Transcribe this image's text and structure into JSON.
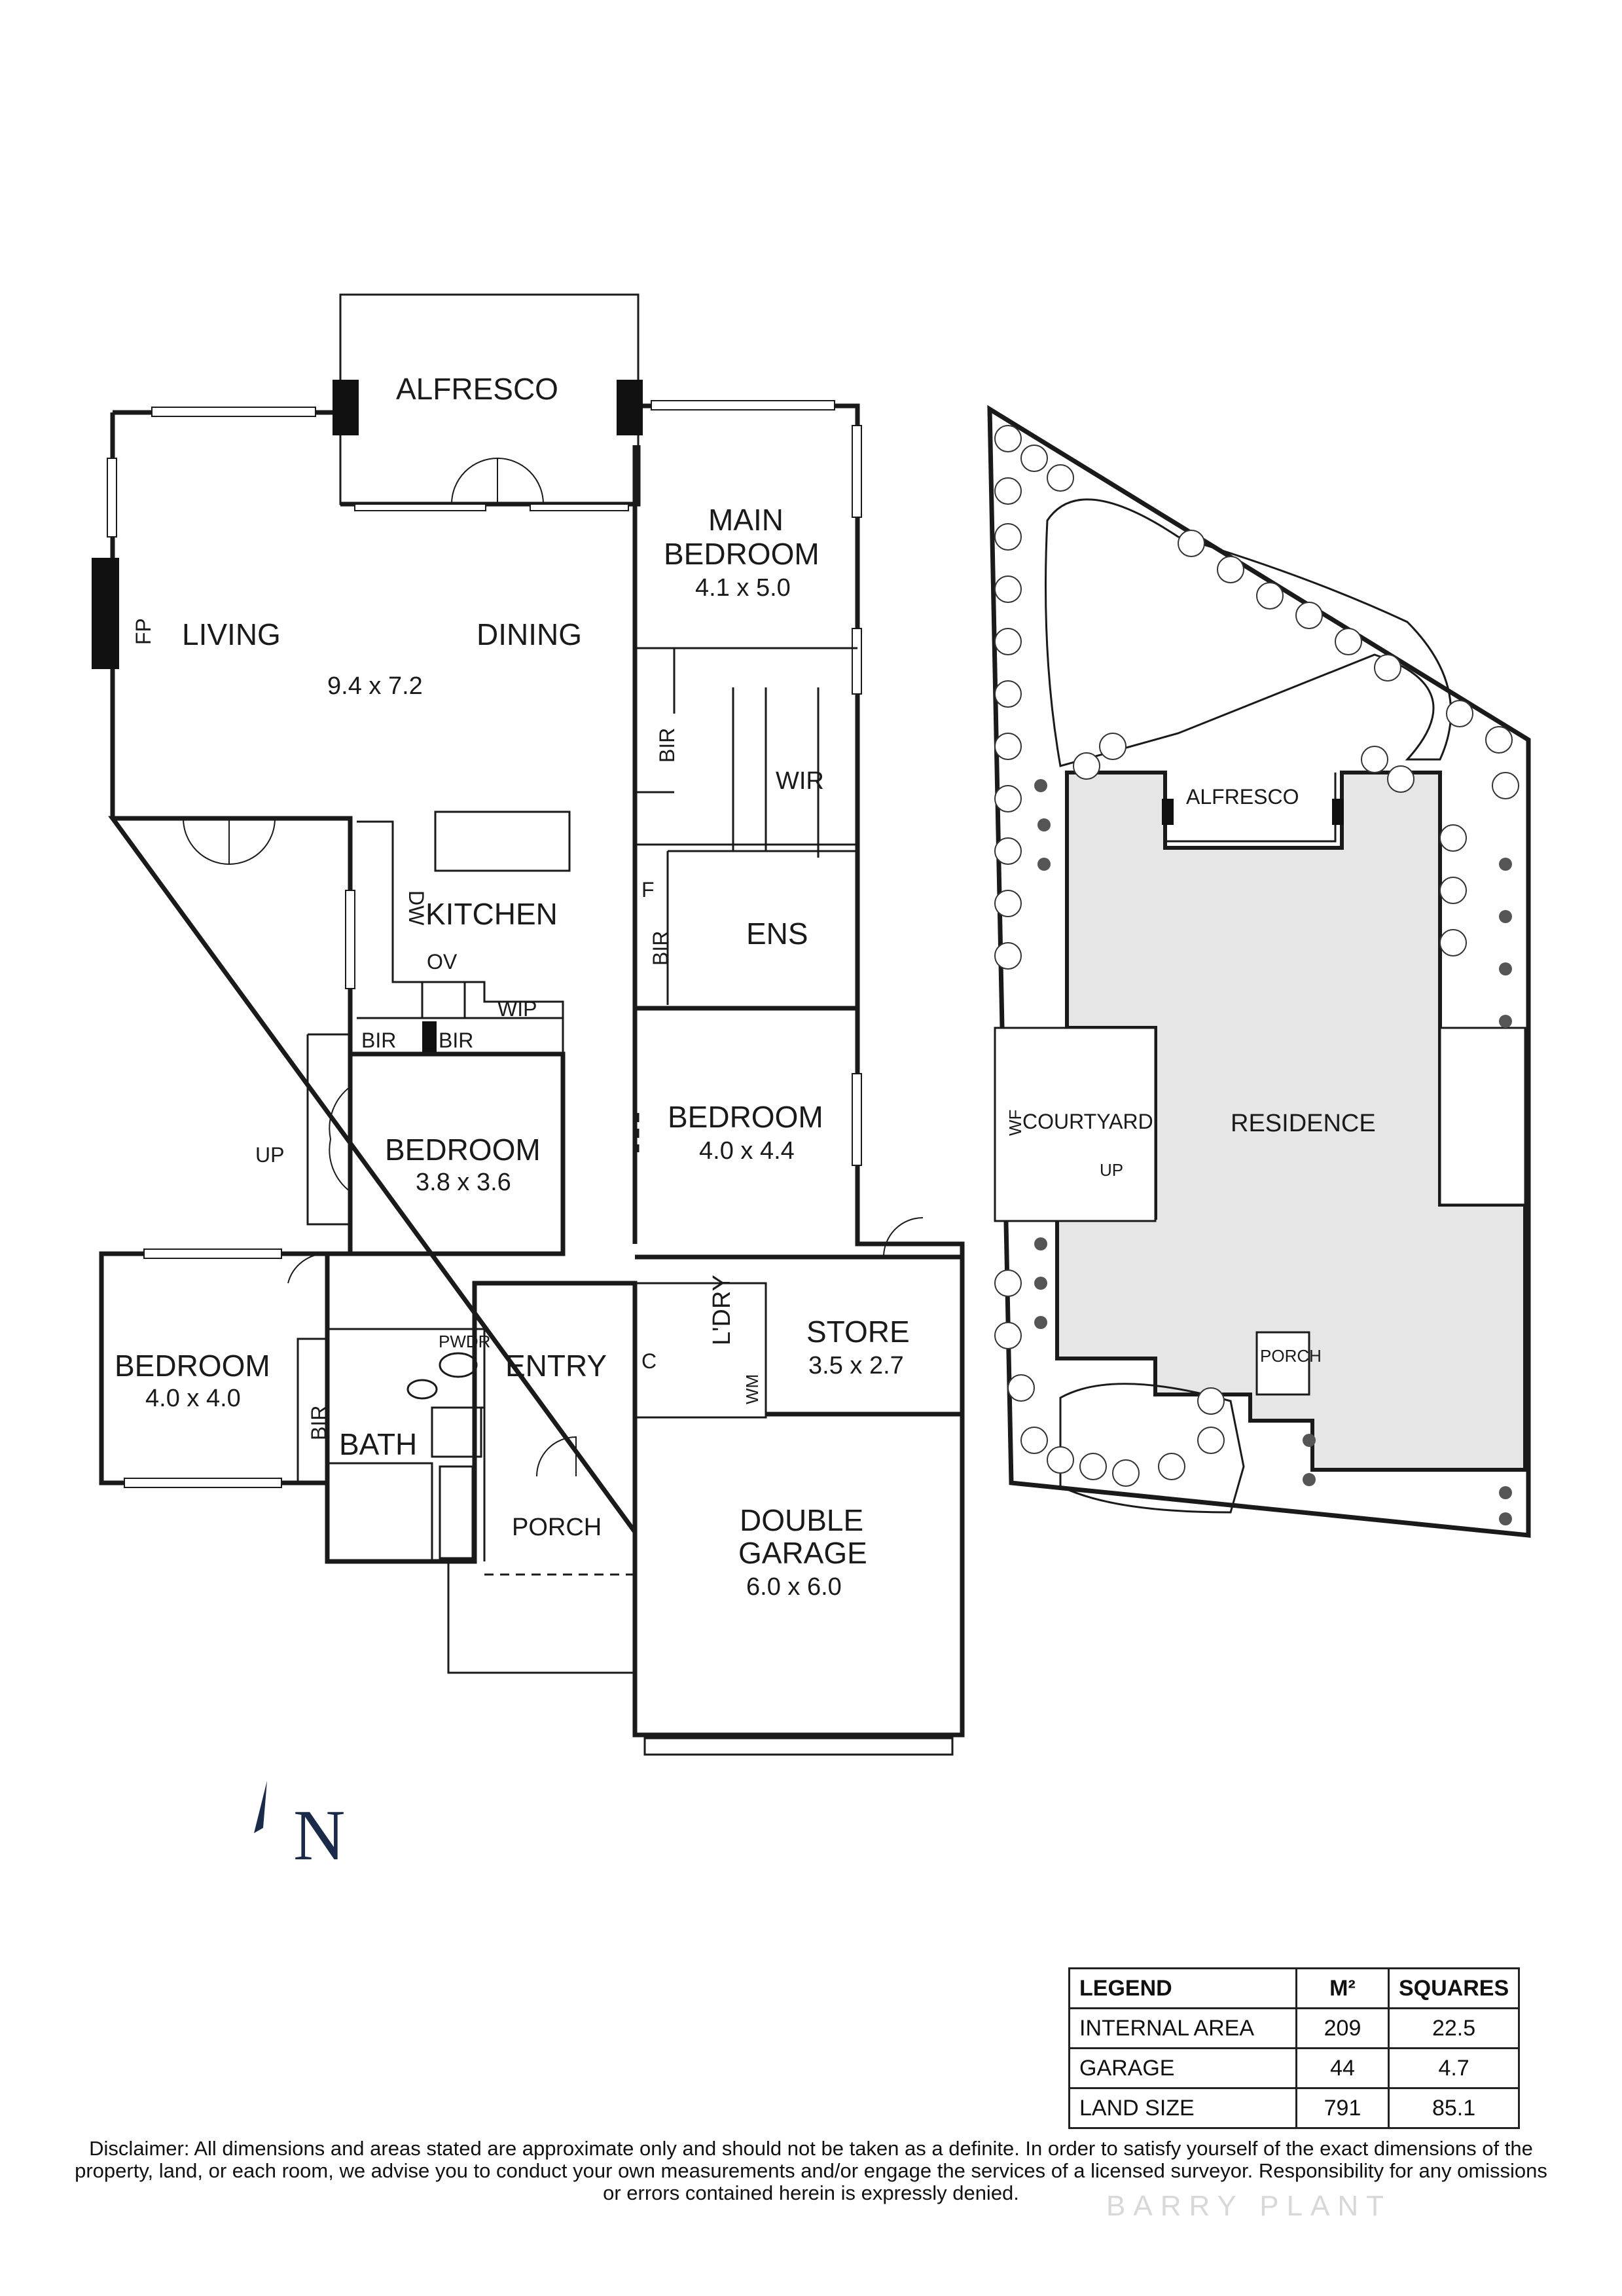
{
  "floorplan": {
    "rooms": {
      "alfresco": "ALFRESCO",
      "living": "LIVING",
      "dining": "DINING",
      "living_dining_size": "9.4 x 7.2",
      "fp": "FP",
      "main_bedroom_l1": "MAIN",
      "main_bedroom_l2": "BEDROOM",
      "main_bedroom_size": "4.1 x 5.0",
      "bir_main": "BIR",
      "wir": "WIR",
      "kitchen": "KITCHEN",
      "dw": "DW",
      "ov": "OV",
      "wip": "WIP",
      "bir_a": "BIR",
      "bir_b": "BIR",
      "f": "F",
      "bir_ens": "BIR",
      "ens": "ENS",
      "bedroom2": "BEDROOM",
      "bedroom2_size": "3.8 x 3.6",
      "up": "UP",
      "bedroom3": "BEDROOM",
      "bedroom3_size": "4.0 x 4.4",
      "bedroom4": "BEDROOM",
      "bedroom4_size": "4.0 x 4.0",
      "bir_bed4": "BIR",
      "pwdr": "PWDR",
      "bath": "BATH",
      "entry": "ENTRY",
      "c": "C",
      "ldry": "L'DRY",
      "wm": "WM",
      "store": "STORE",
      "store_size": "3.5 x 2.7",
      "porch": "PORCH",
      "garage_l1": "DOUBLE",
      "garage_l2": "GARAGE",
      "garage_size": "6.0 x 6.0"
    }
  },
  "siteplan": {
    "alfresco": "ALFRESCO",
    "courtyard": "COURTYARD",
    "wf": "WF",
    "up": "UP",
    "residence": "RESIDENCE",
    "porch": "PORCH"
  },
  "compass": {
    "letter": "N"
  },
  "legend": {
    "headers": [
      "LEGEND",
      "M²",
      "SQUARES"
    ],
    "rows": [
      [
        "INTERNAL AREA",
        "209",
        "22.5"
      ],
      [
        "GARAGE",
        "44",
        "4.7"
      ],
      [
        "LAND SIZE",
        "791",
        "85.1"
      ]
    ]
  },
  "disclaimer": "Disclaimer: All dimensions and areas stated are approximate only and should not be taken as a definite. In order to satisfy yourself of the exact dimensions of the property, land, or each room, we advise you to conduct your own measurements and/or engage the services of a licensed surveyor. Responsibility for any omissions or errors contained herein is expressly denied.",
  "watermark": "BARRY PLANT"
}
